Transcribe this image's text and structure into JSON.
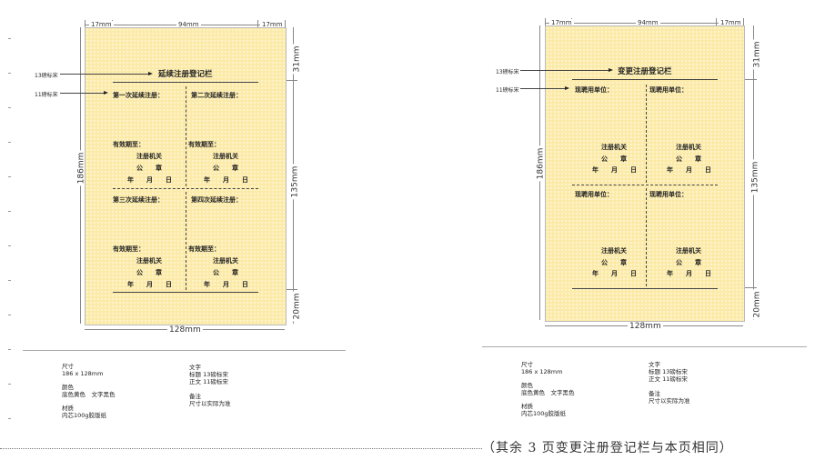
{
  "left": {
    "dims": {
      "left_margin": "17mm",
      "center": "94mm",
      "right_margin": "17mm",
      "height": "186mm",
      "width": "128mm",
      "top": "31mm",
      "middle": "135mm",
      "bottom": "20mm"
    },
    "annot_title": "13磅标宋",
    "annot_body": "11磅标宋",
    "title": "延续注册登记栏",
    "cells": [
      {
        "head": "第一次延续注册：",
        "valid": "有效期至：",
        "org": "注册机关",
        "seal": "公　　章",
        "date": "年　　月　　日"
      },
      {
        "head": "第二次延续注册：",
        "valid": "有效期至：",
        "org": "注册机关",
        "seal": "公　　章",
        "date": "年　　月　　日"
      },
      {
        "head": "第三次延续注册：",
        "valid": "有效期至：",
        "org": "注册机关",
        "seal": "公　　章",
        "date": "年　　月　　日"
      },
      {
        "head": "第四次延续注册：",
        "valid": "有效期至：",
        "org": "注册机关",
        "seal": "公　　章",
        "date": "年　　月　　日"
      }
    ],
    "specs": {
      "size_h": "尺寸",
      "size_v": "186 x 128mm",
      "color_h": "颜色",
      "color_v": "底色黄色　文字黑色",
      "mat_h": "材质",
      "mat_v": "内芯100g胶版纸",
      "text_h": "文字",
      "text_v1": "标题 13磅标宋",
      "text_v2": "正文 11磅标宋",
      "rem_h": "备注",
      "rem_v": "尺寸以实际为准"
    }
  },
  "right": {
    "dims": {
      "left_margin": "17mm",
      "center": "94mm",
      "right_margin": "17mm",
      "height": "186mm",
      "width": "128mm",
      "top": "31mm",
      "middle": "135mm",
      "bottom": "20mm"
    },
    "annot_title": "13磅标宋",
    "annot_body": "11磅标宋",
    "title": "变更注册登记栏",
    "cells": [
      {
        "head": "现聘用单位：",
        "org": "注册机关",
        "seal": "公　　章",
        "date": "年　　月　　日"
      },
      {
        "head": "现聘用单位：",
        "org": "注册机关",
        "seal": "公　　章",
        "date": "年　　月　　日"
      },
      {
        "head": "现聘用单位：",
        "org": "注册机关",
        "seal": "公　　章",
        "date": "年　　月　　日"
      },
      {
        "head": "现聘用单位：",
        "org": "注册机关",
        "seal": "公　　章",
        "date": "年　　月　　日"
      }
    ],
    "specs": {
      "size_h": "尺寸",
      "size_v": "186 x 128mm",
      "color_h": "颜色",
      "color_v": "底色黄色　文字黑色",
      "mat_h": "材质",
      "mat_v": "内芯100g胶版纸",
      "text_h": "文字",
      "text_v1": "标题 13磅标宋",
      "text_v2": "正文 11磅标宋",
      "rem_h": "备注",
      "rem_v": "尺寸以实际为准"
    }
  },
  "footnote": "（其余 3 页变更注册登记栏与本页相同）"
}
